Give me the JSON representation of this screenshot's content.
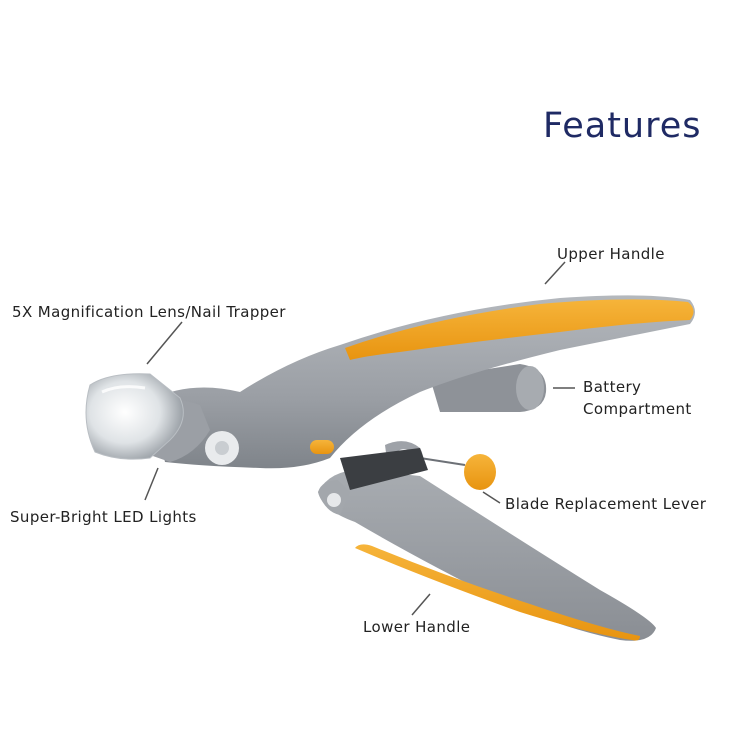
{
  "title": "Features",
  "labels": {
    "upper_handle": "Upper Handle",
    "magnification": "5X Magnification Lens/Nail Trapper",
    "battery_line1": "Battery",
    "battery_line2": "Compartment",
    "blade_lever": "Blade Replacement Lever",
    "led_lights": "Super-Bright LED Lights",
    "lower_handle": "Lower Handle"
  },
  "colors": {
    "title": "#1f2a64",
    "body_grey": "#9ea2a8",
    "accent_orange": "#f0a020"
  }
}
